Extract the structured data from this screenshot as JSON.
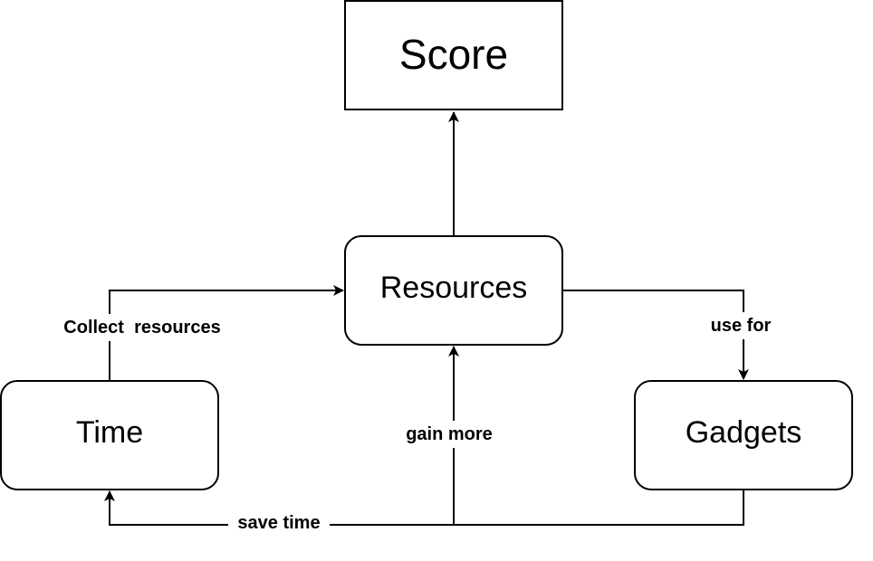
{
  "nodes": {
    "score": "Score",
    "resources": "Resources",
    "time": "Time",
    "gadgets": "Gadgets"
  },
  "edges": {
    "collect_resources": "Collect  resources",
    "use_for": "use for",
    "gain_more": "gain more",
    "save_time": "save time"
  }
}
